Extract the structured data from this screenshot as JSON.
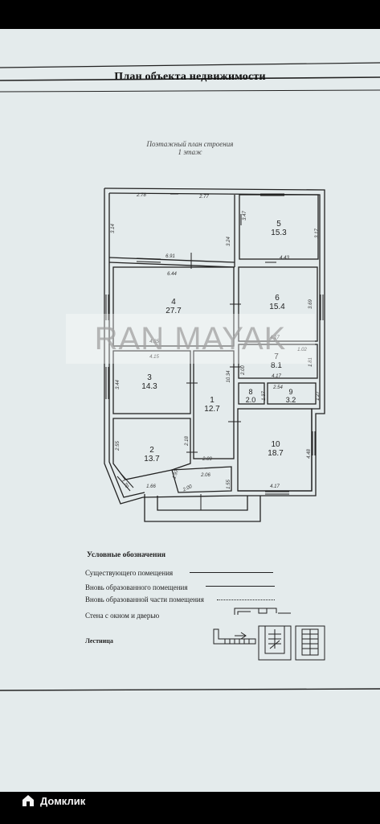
{
  "document": {
    "title": "План объекта недвижимости",
    "subtitle_line1": "Поэтажный план строения",
    "subtitle_line2": "1 этаж"
  },
  "rooms": [
    {
      "id": "1",
      "area": "12.7"
    },
    {
      "id": "2",
      "area": "13.7"
    },
    {
      "id": "3",
      "area": "14.3"
    },
    {
      "id": "4",
      "area": "27.7"
    },
    {
      "id": "5",
      "area": "15.3"
    },
    {
      "id": "6",
      "area": "15.4"
    },
    {
      "id": "7",
      "area": "8.1"
    },
    {
      "id": "8",
      "area": "2.0"
    },
    {
      "id": "9",
      "area": "3.2"
    },
    {
      "id": "10",
      "area": "18.7"
    }
  ],
  "dimensions": [
    "2.78",
    "2.77",
    "3.14",
    "3.24",
    "3.47",
    "3.17",
    "6.91",
    "4.43",
    "6.44",
    "3.69",
    "4.17",
    "4.35",
    "4.15",
    "1.02",
    "1.81",
    "3.44",
    "10.34",
    "2.00",
    "4.17",
    "2.54",
    "1.37",
    "1.27",
    "2.55",
    "2.18",
    "4.48",
    "1.70",
    "1.66",
    "1.97",
    "2.09",
    "2.06",
    "2.00",
    "1.55",
    "4.17"
  ],
  "legend": {
    "title": "Условные обозначения",
    "existing": "Существующего помещения",
    "new_room": "Вновь образованного помещения",
    "new_part": "Вновь образованной части помещения",
    "wall": "Стена с окном и дверью",
    "stairs": "Лестница"
  },
  "watermark": "RAN MAYAK",
  "footer": {
    "brand": "Домклик"
  }
}
